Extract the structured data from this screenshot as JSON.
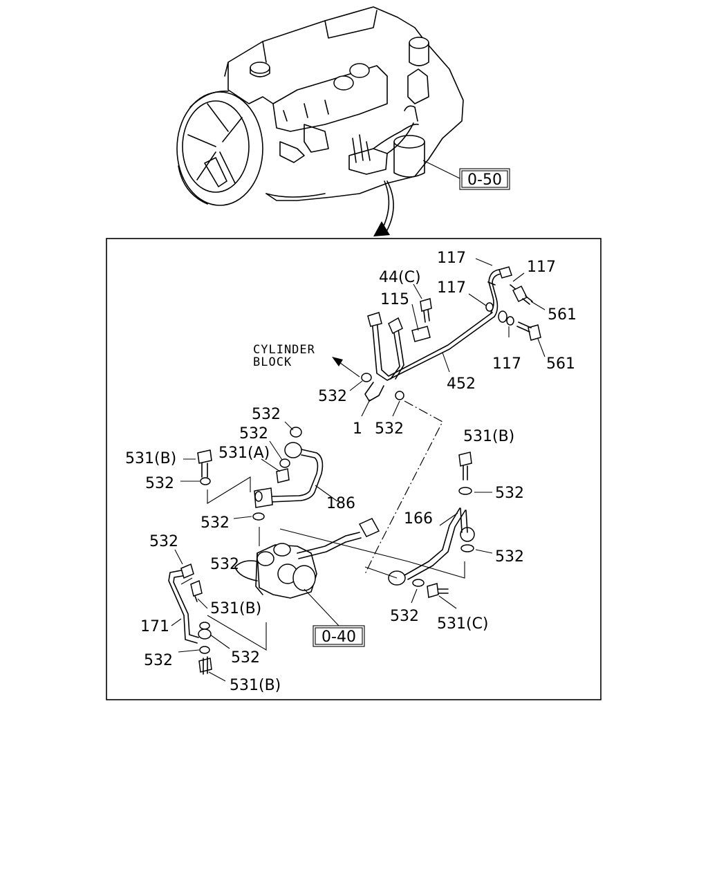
{
  "diagram": {
    "ref_boxes": {
      "top": "0-50",
      "bottom": "0-40"
    },
    "direction_note": {
      "line1": "CYLINDER",
      "line2": "BLOCK"
    },
    "callouts": {
      "c117_top": "117",
      "c117_right": "117",
      "c117_mid": "117",
      "c117_low": "117",
      "c44c": "44(C)",
      "c115": "115",
      "c561_top": "561",
      "c561_low": "561",
      "c452": "452",
      "c532_a": "532",
      "c1": "1",
      "c532_b": "532",
      "c532_c": "532",
      "c532_d": "532",
      "c531b_a": "531(B)",
      "c531a": "531(A)",
      "c532_e": "532",
      "c186": "186",
      "c532_f": "532",
      "c531b_r": "531(B)",
      "c532_r1": "532",
      "c166": "166",
      "c532_r2": "532",
      "c532_g": "532",
      "c532_h": "532",
      "c531b_b": "531(B)",
      "c171": "171",
      "c532_i": "532",
      "c532_j": "532",
      "c531b_c": "531(B)",
      "c532_k": "532",
      "c531c": "531(C)"
    }
  }
}
